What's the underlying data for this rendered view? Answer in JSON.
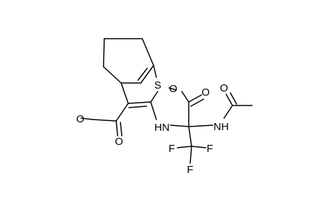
{
  "atoms": {
    "sulfur": "S",
    "ring_ester_o_single": "O",
    "ring_ester_o_double": "O",
    "amine_nh": "HN",
    "ester_o_single": "O",
    "ester_o_double": "O",
    "acetamide_o": "O",
    "acetamide_nh": "NH",
    "fluorine_1": "F",
    "fluorine_2": "F",
    "fluorine_3": "F"
  }
}
